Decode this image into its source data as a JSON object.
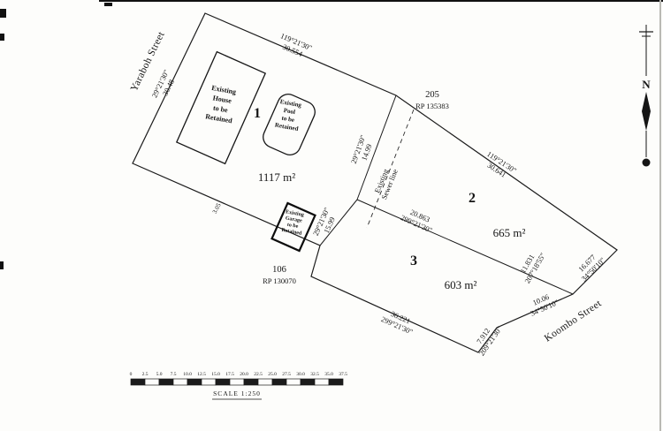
{
  "plan": {
    "streets": {
      "yaraboh": "Yaraboh Street",
      "koombo": "Koombo Street"
    },
    "north": {
      "letter": "N"
    },
    "lots": [
      {
        "number": "1",
        "area": "1117 m²"
      },
      {
        "number": "2",
        "area": "665 m²"
      },
      {
        "number": "3",
        "area": "603 m²"
      }
    ],
    "adjoining": [
      {
        "number": "205",
        "rp": "RP 135383"
      },
      {
        "number": "106",
        "rp": "RP 130070"
      }
    ],
    "structures": {
      "house": {
        "lines": [
          "Existing",
          "House",
          "to be",
          "Retained"
        ]
      },
      "pool": {
        "lines": [
          "Existing",
          "Pool",
          "to be",
          "Retained"
        ]
      },
      "garage": {
        "lines": [
          "Existing",
          "Garage",
          "to be",
          "Retained"
        ]
      },
      "sewer": {
        "lines": [
          "Existing",
          "Sewer line"
        ]
      }
    },
    "dimensions": {
      "top1": {
        "line1": "119°21'30\"",
        "line2": "30.554"
      },
      "top2": {
        "line1": "119°21'30\"",
        "line2": "30.641"
      },
      "yaraboh": {
        "line1": "29°21'30\"",
        "line2": "30.48"
      },
      "lot1_east": {
        "line1": "29°21'30\"",
        "line2": "14.99"
      },
      "lot2_lot3": {
        "line1": "20.863",
        "line2": "299°21'30\""
      },
      "lot3_west": {
        "line1": "29°21'30\"",
        "line2": "15.99"
      },
      "east": {
        "line1": "11.831",
        "line2": "207°18'55\""
      },
      "splay": {
        "line1": "16.677",
        "line2": "34°50'10\""
      },
      "frontage": {
        "line1": "10.06",
        "line2": "34°50'10\""
      },
      "bottom": {
        "line1": "36.221",
        "line2": "299°21'30\""
      },
      "southeast": {
        "line1": "7.912",
        "line2": "209°21'30\""
      },
      "offset": {
        "line1": "3.05"
      }
    }
  },
  "scalebar": {
    "ticks": [
      "0",
      "2.5",
      "5.0",
      "7.5",
      "10.0",
      "12.5",
      "15.0",
      "17.5",
      "20.0",
      "22.5",
      "25.0",
      "27.5",
      "30.0",
      "32.5",
      "35.0",
      "37.5"
    ],
    "label": "SCALE 1:250"
  }
}
